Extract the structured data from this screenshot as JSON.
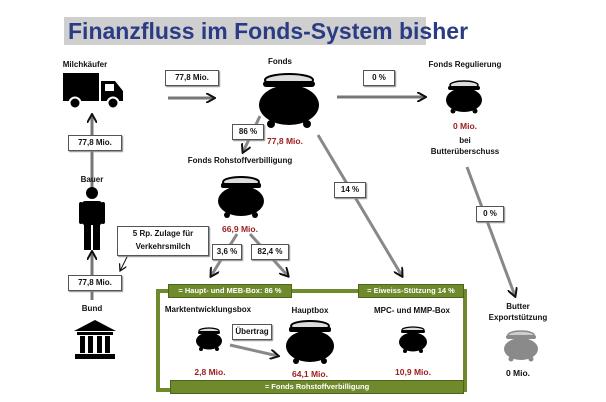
{
  "title": "Finanzfluss im Fonds-System bisher",
  "colors": {
    "title_text": "#2a3d84",
    "title_bg": "#cfcfcf",
    "value_red": "#9b1c1c",
    "green": "#6f8a2c",
    "grey_pot": "#8a8a8a"
  },
  "nodes": {
    "milchkaeufer": {
      "label": "Milchkäufer",
      "icon": "truck-icon"
    },
    "bauer": {
      "label": "Bauer",
      "icon": "person-icon"
    },
    "bund": {
      "label": "Bund",
      "icon": "government-building-icon"
    },
    "fonds": {
      "label": "Fonds",
      "value": "77,8 Mio.",
      "icon": "money-pot-icon"
    },
    "fonds_regulierung": {
      "label": "Fonds Regulierung",
      "value": "0 Mio.",
      "note_line1": "bei",
      "note_line2": "Butterüberschuss",
      "icon": "money-pot-icon"
    },
    "fonds_rohstoff": {
      "label": "Fonds Rohstoffverbilligung",
      "value": "66,9 Mio.",
      "icon": "money-pot-icon"
    },
    "marktentwicklungsbox": {
      "label": "Marktentwicklungsbox",
      "value": "2,8 Mio.",
      "icon": "money-pot-icon"
    },
    "hauptbox": {
      "label": "Hauptbox",
      "value": "64,1 Mio.",
      "icon": "money-pot-icon"
    },
    "mpc_mmp_box": {
      "label": "MPC- und MMP-Box",
      "value": "10,9 Mio.",
      "icon": "money-pot-icon"
    },
    "butter_export": {
      "label_line1": "Butter",
      "label_line2": "Exportstützung",
      "value": "0 Mio.",
      "icon": "money-pot-icon"
    }
  },
  "flows": {
    "milchkaeufer_to_fonds": "77,8 Mio.",
    "bauer_to_milchkaeufer": "77,8 Mio.",
    "bund_to_bauer": "77,8 Mio.",
    "fonds_to_regulierung": "0 %",
    "fonds_to_rohstoff": "86 %",
    "fonds_to_eiweiss": "14 %",
    "regulierung_to_export": "0 %",
    "rohstoff_to_markt": "3,6 %",
    "rohstoff_to_haupt": "82,4 %",
    "zulage_line1": "5 Rp. Zulage für",
    "zulage_line2": "Verkehrsmilch",
    "uebertrag": "Übertrag"
  },
  "green_bars": {
    "haupt_meb": "= Haupt- und MEB-Box: 86 %",
    "eiweiss": "= Eiweiss-Stützung 14 %",
    "rohstoff": "= Fonds Rohstoffverbilligung"
  }
}
